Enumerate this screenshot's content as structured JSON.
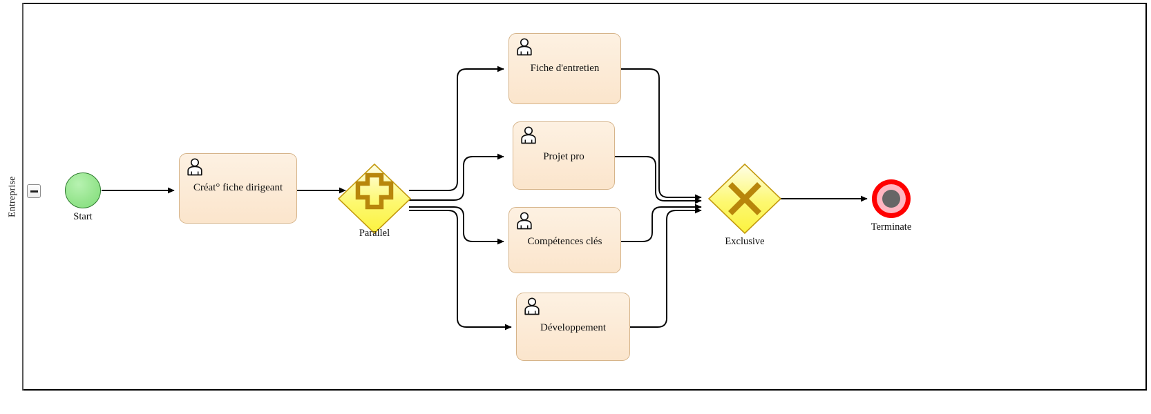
{
  "diagram": {
    "type": "bpmn-process",
    "pool": {
      "lane_label": "Entreprise",
      "collapse_icon": "minus-icon"
    },
    "colors": {
      "task_fill": "#fbe5cc",
      "task_stroke": "#d6b48a",
      "gateway_fill": "#fdf870",
      "gateway_stroke": "#b8860b",
      "gateway_symbol": "#b8860b",
      "start_fill": "#97e58f",
      "start_stroke": "#2d7a2d",
      "end_outer": "#ff0000",
      "end_ring": "#ffb6c1",
      "end_core": "#666666",
      "connector": "#000000",
      "frame": "#000000"
    },
    "nodes": {
      "start": {
        "label": "Start",
        "kind": "start-event",
        "icon": "start-event-circle"
      },
      "task_creation": {
        "label": "Créat° fiche dirigeant",
        "kind": "user-task",
        "icon": "user-icon"
      },
      "gateway_parallel": {
        "label": "Parallel",
        "kind": "parallel-gateway",
        "icon": "plus-icon"
      },
      "task_fiche": {
        "label": "Fiche d'entretien",
        "kind": "user-task",
        "icon": "user-icon"
      },
      "task_projet": {
        "label": "Projet pro",
        "kind": "user-task",
        "icon": "user-icon"
      },
      "task_competences": {
        "label": "Compétences clés",
        "kind": "user-task",
        "icon": "user-icon"
      },
      "task_developpement": {
        "label": "Développement",
        "kind": "user-task",
        "icon": "user-icon"
      },
      "gateway_exclusive": {
        "label": "Exclusive",
        "kind": "exclusive-gateway",
        "icon": "x-icon"
      },
      "end": {
        "label": "Terminate",
        "kind": "terminate-end-event",
        "icon": "terminate-event-circle"
      }
    },
    "flows": [
      {
        "from": "Start",
        "to": "Créat° fiche dirigeant"
      },
      {
        "from": "Créat° fiche dirigeant",
        "to": "Parallel"
      },
      {
        "from": "Parallel",
        "to": "Fiche d'entretien"
      },
      {
        "from": "Parallel",
        "to": "Projet pro"
      },
      {
        "from": "Parallel",
        "to": "Compétences clés"
      },
      {
        "from": "Parallel",
        "to": "Développement"
      },
      {
        "from": "Fiche d'entretien",
        "to": "Exclusive"
      },
      {
        "from": "Projet pro",
        "to": "Exclusive"
      },
      {
        "from": "Compétences clés",
        "to": "Exclusive"
      },
      {
        "from": "Développement",
        "to": "Exclusive"
      },
      {
        "from": "Exclusive",
        "to": "Terminate"
      }
    ]
  }
}
